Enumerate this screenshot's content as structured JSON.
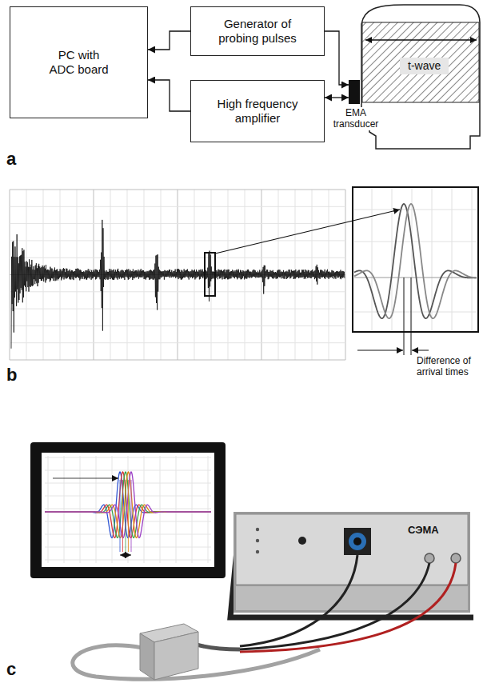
{
  "diagram": {
    "nodes": [
      {
        "text": [
          "PC with ADC board"
        ]
      },
      {
        "text": [
          "Generator of probing pulses"
        ]
      },
      {
        "text": [
          "High frequency amplifier"
        ]
      },
      {
        "text": [
          "EMA transducer"
        ]
      }
    ],
    "edges": [
      {
        "from": 1,
        "to": 0,
        "arrow": "to"
      },
      {
        "from": 2,
        "to": 0,
        "arrow": "to"
      },
      {
        "from": 1,
        "to": 3,
        "arrow": "to"
      },
      {
        "from": 2,
        "to": 3,
        "arrow": "both"
      }
    ],
    "labels": [
      "a",
      "t-wave",
      "b",
      "Difference of arrival times",
      "c",
      "СЭМА"
    ]
  }
}
